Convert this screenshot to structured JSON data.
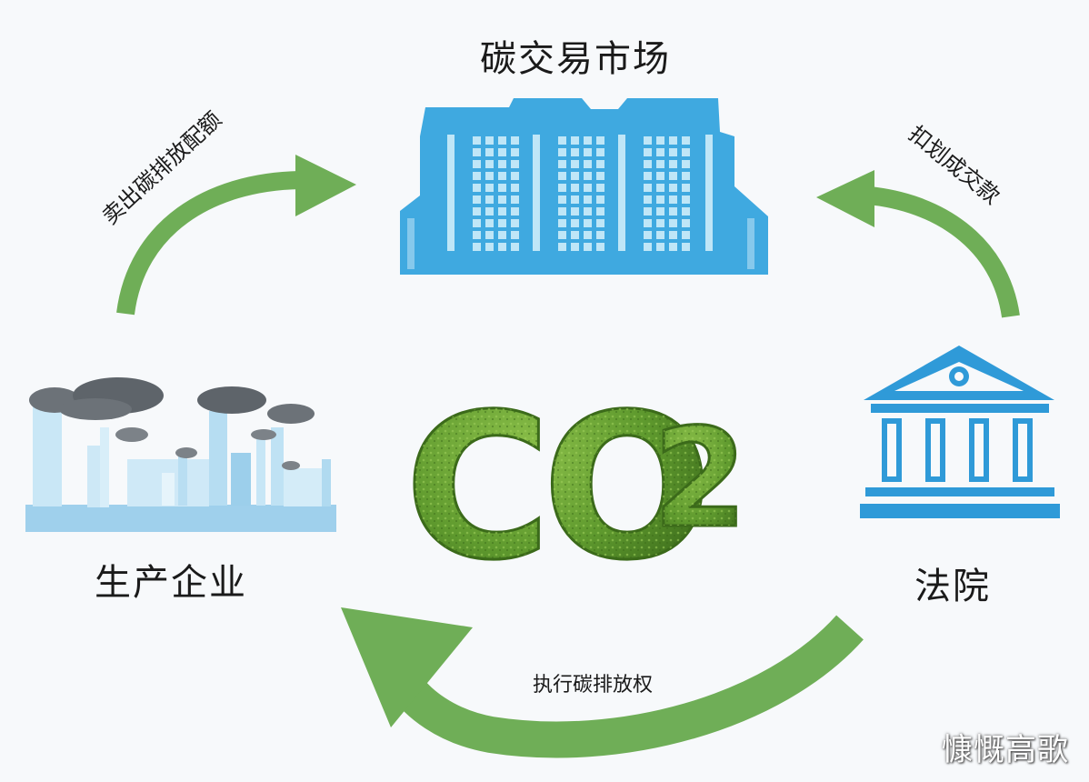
{
  "nodes": {
    "market": "碳交易市场",
    "enterprise": "生产企业",
    "court": "法院"
  },
  "center": {
    "formula_main": "CO",
    "formula_sub": "2"
  },
  "edges": {
    "sell_quota": "卖出碳排放配额",
    "deduct_payment": "扣划成交款",
    "execute_rights": "执行碳排放权"
  },
  "watermark": "慷慨高歌",
  "colors": {
    "building": "#3fa9e0",
    "window": "#bfe6f7",
    "arrow": "#6fae57",
    "co2_green": "#5f9a2e",
    "court": "#2f9ad8",
    "smoke": "#6c7278",
    "factory": "#a6d4ee"
  }
}
